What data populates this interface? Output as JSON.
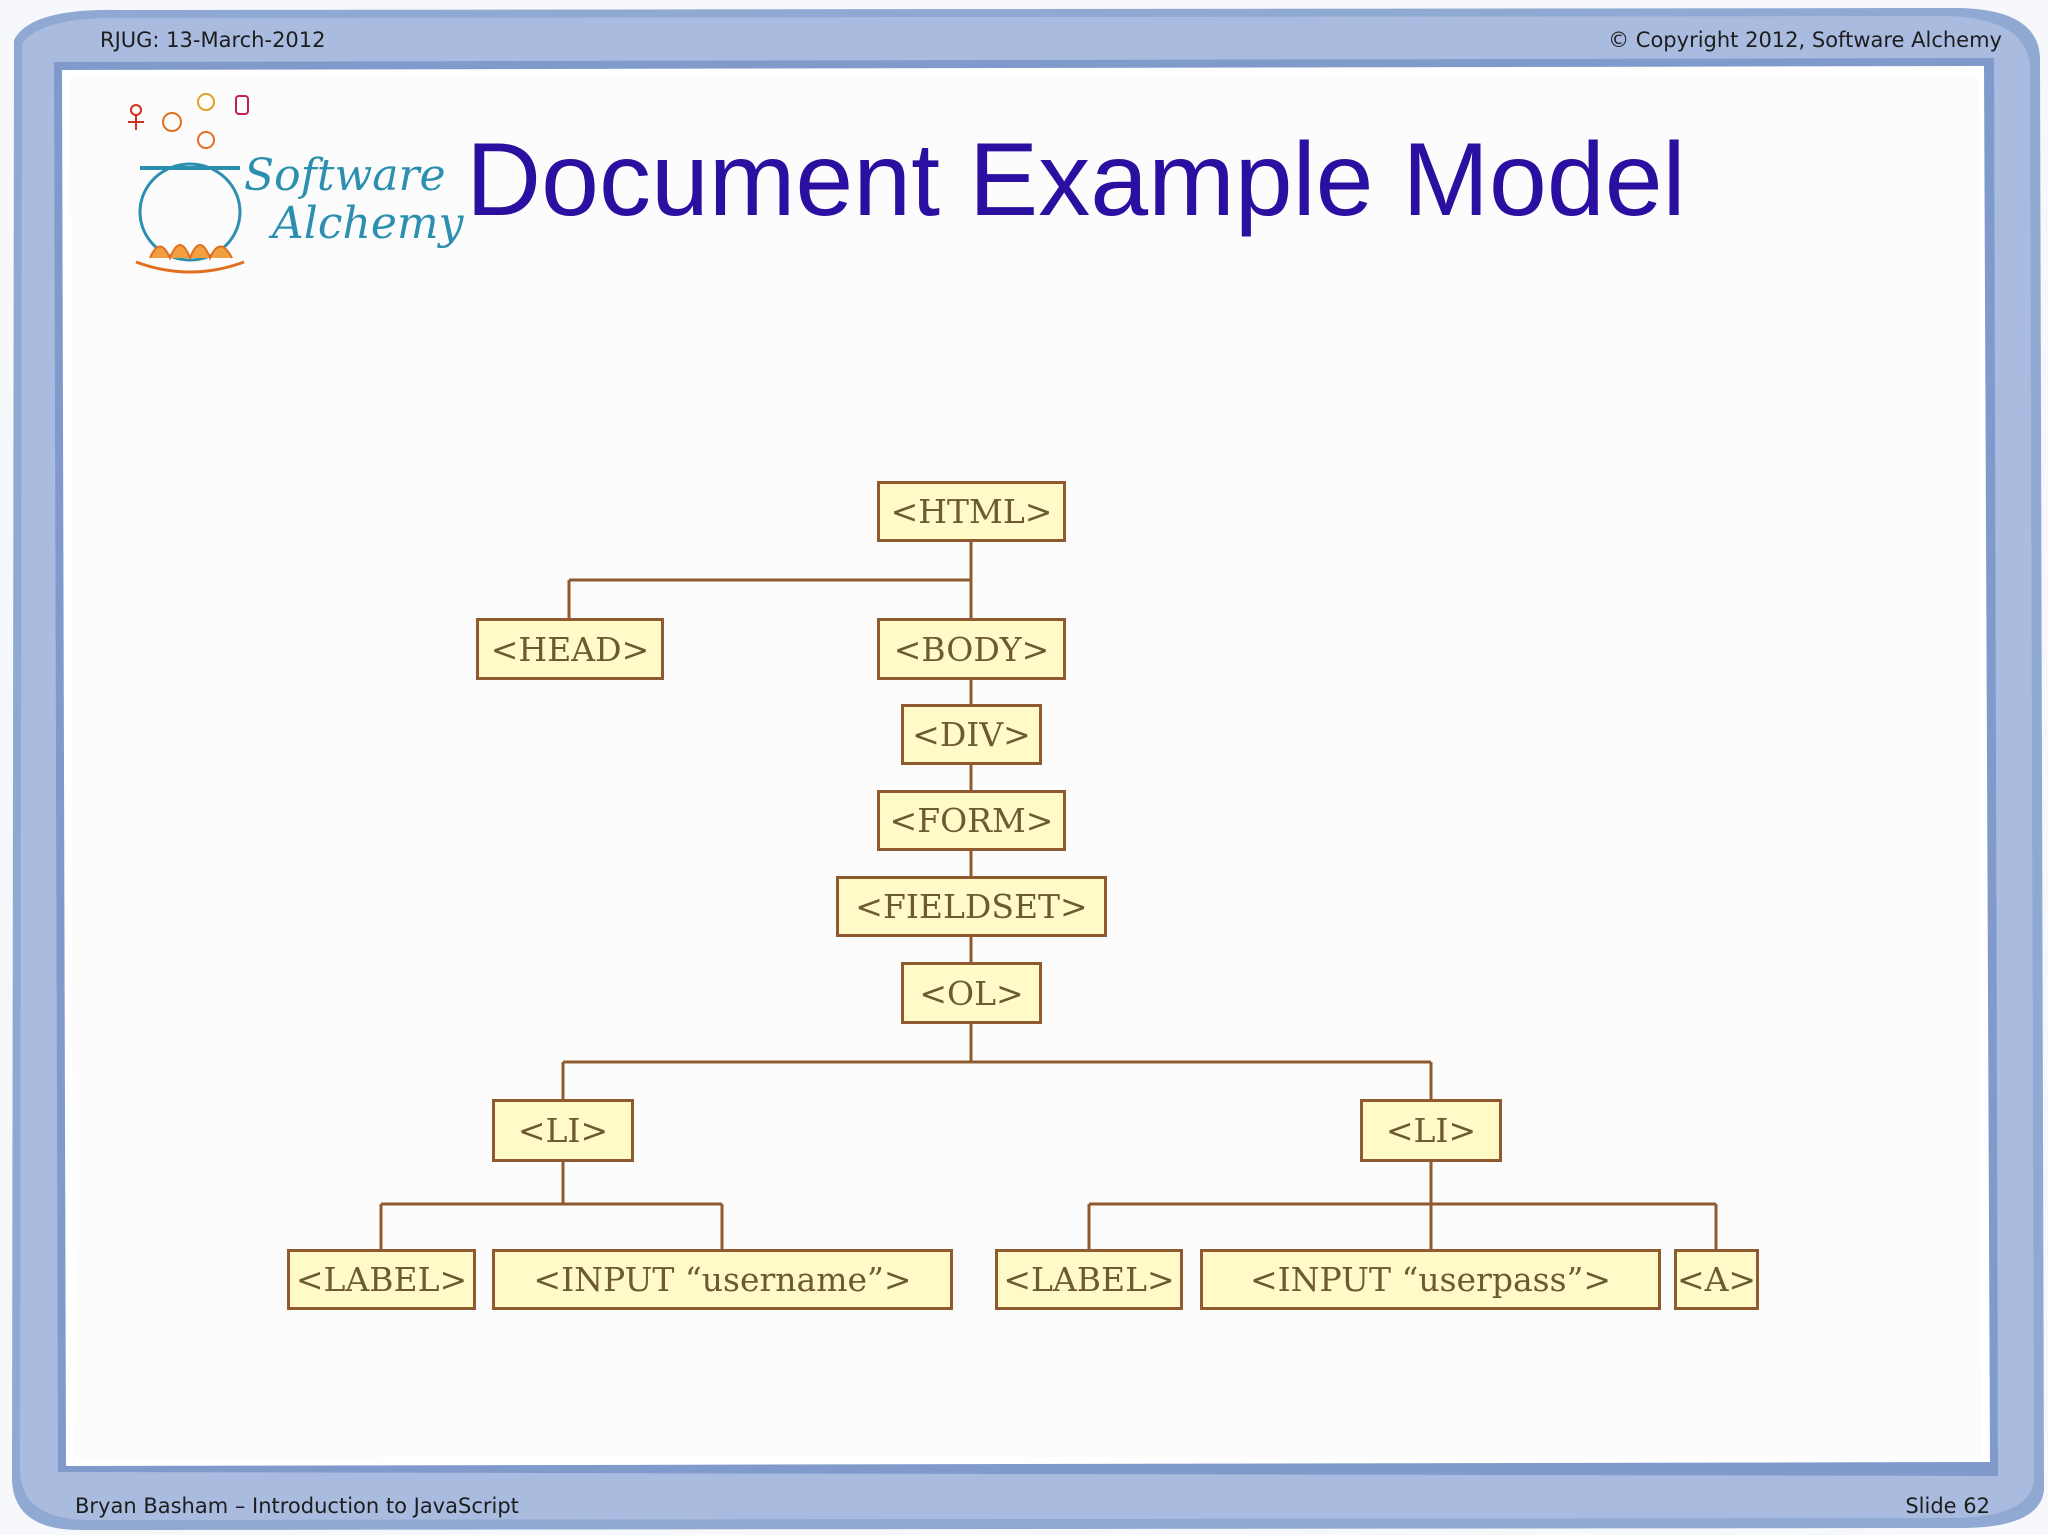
{
  "header": {
    "left": "RJUG:  13-March-2012",
    "right": "© Copyright 2012, Software Alchemy"
  },
  "footer": {
    "left": "Bryan Basham – Introduction to JavaScript",
    "right": "Slide 62"
  },
  "title": "Document Example Model",
  "logo": {
    "word1": "Software",
    "word2": "Alchemy"
  },
  "tree": {
    "html": "<HTML>",
    "head": "<HEAD>",
    "body": "<BODY>",
    "div": "<DIV>",
    "form": "<FORM>",
    "fieldset": "<FIELDSET>",
    "ol": "<OL>",
    "li_left": "<LI>",
    "li_right": "<LI>",
    "label_left": "<LABEL>",
    "input_username": "<INPUT “username”>",
    "label_right": "<LABEL>",
    "input_userpass": "<INPUT “userpass”>",
    "anchor": "<A>"
  },
  "colors": {
    "title": "#2a0fa0",
    "node_fill": "#fffac8",
    "node_border": "#8f5a2e",
    "node_text": "#6c5a30",
    "frame": "#7f9bcb",
    "logo_text": "#2c8fb0"
  }
}
